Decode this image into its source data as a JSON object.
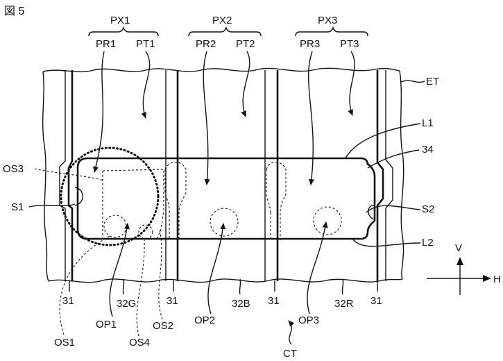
{
  "figure_title": "図 5",
  "pixel_labels": {
    "px1": "PX1",
    "px2": "PX2",
    "px3": "PX3"
  },
  "region_labels": {
    "pr1": "PR1",
    "pt1": "PT1",
    "pr2": "PR2",
    "pt2": "PT2",
    "pr3": "PR3",
    "pt3": "PT3"
  },
  "side_labels": {
    "et": "ET",
    "l1": "L1",
    "n34": "34",
    "s2": "S2",
    "l2": "L2",
    "os3": "OS3",
    "s1": "S1"
  },
  "bottom_labels": {
    "n31a": "31",
    "n32g": "32G",
    "n31b": "31",
    "n32b": "32B",
    "n31c": "31",
    "n32r": "32R",
    "n31d": "31",
    "op1": "OP1",
    "os2": "OS2",
    "op2": "OP2",
    "op3": "OP3",
    "os1": "OS1",
    "os4": "OS4",
    "ct": "CT"
  },
  "axis_labels": {
    "v": "V",
    "h": "H"
  }
}
